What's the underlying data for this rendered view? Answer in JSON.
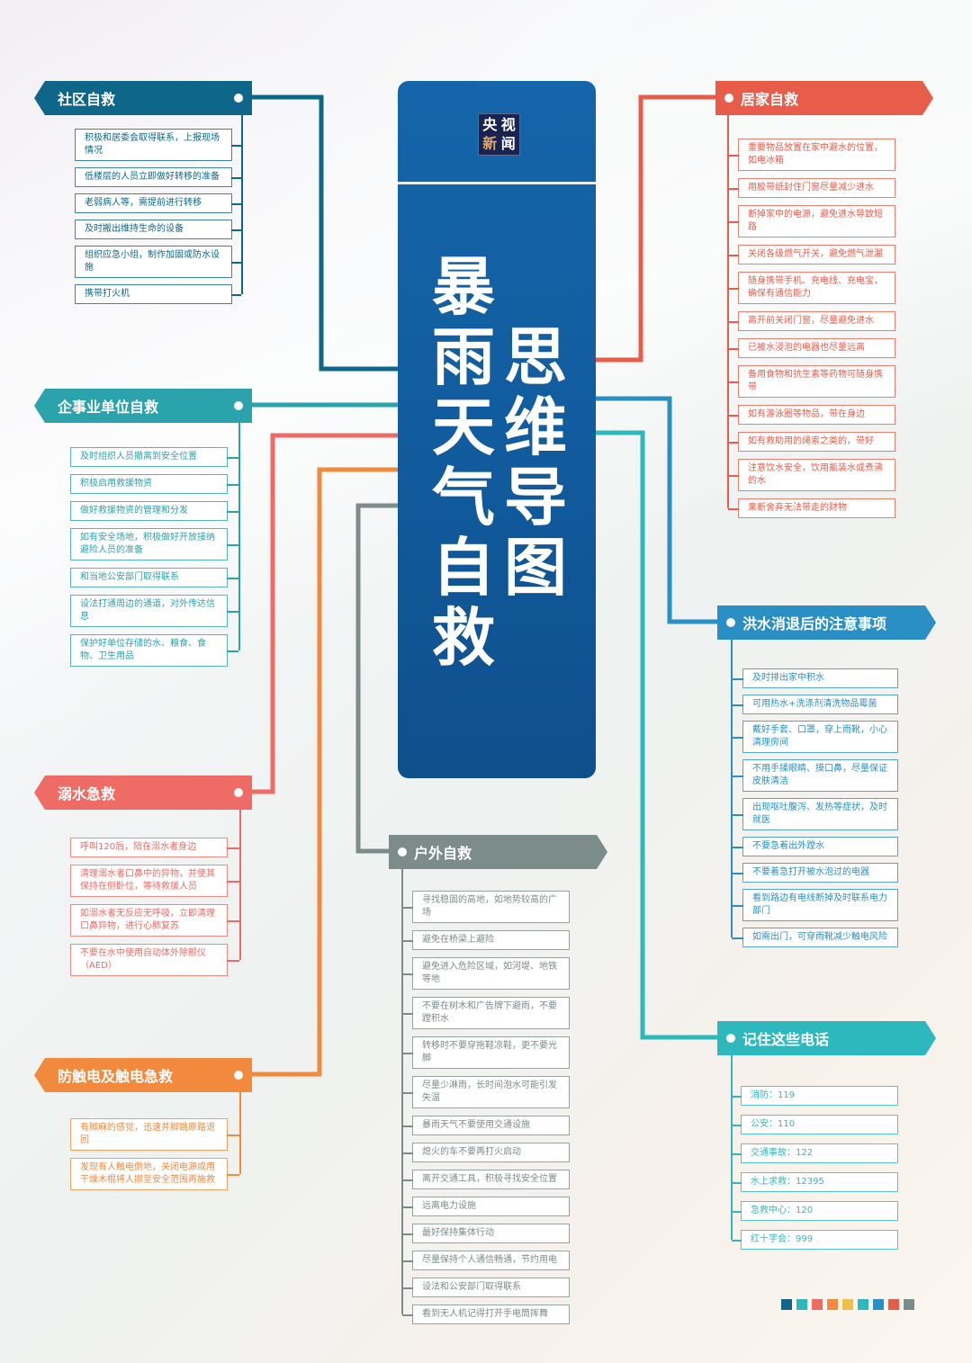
{
  "logo": {
    "chars": [
      "央",
      "视",
      "新",
      "闻"
    ]
  },
  "title": {
    "col1": [
      "暴",
      "雨",
      "天",
      "气",
      "自",
      "救"
    ],
    "col2": [
      "思",
      "维",
      "导",
      "图"
    ]
  },
  "sections": [
    {
      "id": "community",
      "side": "left",
      "title": "社区自救",
      "color": "#0e6688",
      "items": [
        "积极和居委会取得联系，上报现场情况",
        "低楼层的人员立即做好转移的准备",
        "老弱病人等，需提前进行转移",
        "及时搬出维持生命的设备",
        "组织应急小组，制作加固或防水设施",
        "携带打火机"
      ]
    },
    {
      "id": "enterprise",
      "side": "left",
      "title": "企事业单位自救",
      "color": "#2aa3ad",
      "items": [
        "及时组织人员撤离到安全位置",
        "积极启用救援物资",
        "做好救援物资的管理和分发",
        "如有安全场地，积极做好开放接纳避险人员的准备",
        "和当地公安部门取得联系",
        "设法打通周边的通道，对外传达信息",
        "保护好单位存储的水、粮食、食物、卫生用品"
      ]
    },
    {
      "id": "drowning",
      "side": "left",
      "title": "溺水急救",
      "color": "#ee6b66",
      "items": [
        "呼叫120后，陪在溺水者身边",
        "清理溺水者口鼻中的异物，并使其保持在侧卧位，等待救援人员",
        "如溺水者无反应无呼吸，立即清理口鼻异物，进行心肺复苏",
        "不要在水中使用自动体外除颤仪（AED）"
      ]
    },
    {
      "id": "electric",
      "side": "left",
      "title": "防触电及触电急救",
      "color": "#f18a3d",
      "items": [
        "有脚麻的感觉，迅速并脚跳原路退回",
        "发现有人触电倒地，关闭电源或用干燥木棍将人挪至安全范围再施救"
      ]
    },
    {
      "id": "outdoor",
      "side": "right",
      "title": "户外自救",
      "color": "#7b8c8a",
      "items": [
        "寻找稳固的高地，如地势较高的广场",
        "避免在桥梁上避险",
        "避免进入危险区域，如河堤、地铁等地",
        "不要在树木和广告牌下避雨，不要蹚积水",
        "转移时不要穿拖鞋凉鞋，更不要光脚",
        "尽量少淋雨，长时间泡水可能引发失温",
        "暴雨天气不要使用交通设施",
        "熄火的车不要再打火启动",
        "离开交通工具，积极寻找安全位置",
        "远离电力设施",
        "最好保持集体行动",
        "尽量保持个人通信畅通，节约用电",
        "设法和公安部门取得联系",
        "看到无人机记得打开手电筒挥舞"
      ]
    },
    {
      "id": "home",
      "side": "right",
      "title": "居家自救",
      "color": "#e85c4a",
      "items": [
        "重要物品放置在家中避水的位置，如电冰箱",
        "用胶带纸封住门窗尽量减少进水",
        "断掉家中的电源，避免进水导致短路",
        "关闭各级燃气开关，避免燃气泄漏",
        "随身携带手机、充电线、充电宝，确保有通信能力",
        "离开前关闭门窗，尽量避免进水",
        "已被水浸泡的电器也尽量远离",
        "备用食物和抗生素等药物可随身携带",
        "如有游泳圈等物品，带在身边",
        "如有救助用的绳索之类的，带好",
        "注意饮水安全，饮用瓶装水或煮沸的水",
        "果断舍弃无法带走的财物"
      ]
    },
    {
      "id": "after-flood",
      "side": "right",
      "title": "洪水消退后的注意事项",
      "color": "#2a8fc4",
      "items": [
        "及时排出家中积水",
        "可用热水+洗涤剂清洗物品霉菌",
        "戴好手套、口罩，穿上雨靴，小心清理房间",
        "不用手揉眼睛、摸口鼻，尽量保证皮肤清洁",
        "出现呕吐腹泻、发热等症状，及时就医",
        "不要急着出外蹚水",
        "不要着急打开被水泡过的电器",
        "看到路边有电线断掉及时联系电力部门",
        "如需出门，可穿雨靴减少触电风险"
      ]
    },
    {
      "id": "phones",
      "side": "right",
      "title": "记住这些电话",
      "color": "#2db8be",
      "items": [
        "消防：119",
        "公安：110",
        "交通事故：122",
        "水上求救：12395",
        "急救中心：120",
        "红十字会：999"
      ]
    }
  ],
  "swatches": [
    "#0e6688",
    "#2db8be",
    "#ee6b66",
    "#f18a3d",
    "#eec048",
    "#2db8be",
    "#2a8fc4",
    "#e85c4a",
    "#7b8c8a"
  ]
}
